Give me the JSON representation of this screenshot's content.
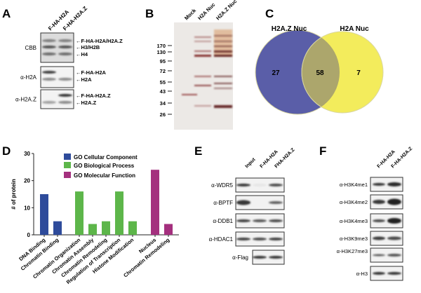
{
  "panels": {
    "A": "A",
    "B": "B",
    "C": "C",
    "D": "D",
    "E": "E",
    "F": "F"
  },
  "panelA": {
    "lanes": [
      "F-HA-H2A",
      "F-HA-H2A.Z"
    ],
    "blots": [
      {
        "label": "CBB",
        "bands": [
          "F-HA-H2A/H2A.Z",
          "H3/H2B",
          "H4"
        ]
      },
      {
        "label": "α-H2A",
        "bands": [
          "F-HA-H2A",
          "H2A"
        ]
      },
      {
        "label": "α-H2A.Z",
        "bands": [
          "F-HA-H2A.Z",
          "H2A.Z"
        ]
      }
    ]
  },
  "panelB": {
    "lanes": [
      "Mock",
      "H2A Nuc",
      "H2A.Z Nuc"
    ],
    "markers": [
      "170",
      "130",
      "95",
      "72",
      "55",
      "43",
      "34",
      "26"
    ]
  },
  "panelC": {
    "sets": [
      {
        "name": "H2A.Z Nuc",
        "color": "#5a5ea8"
      },
      {
        "name": "H2A Nuc",
        "color": "#f3ec5c"
      }
    ],
    "overlap_color": "#aca66c",
    "counts": {
      "only_left": "27",
      "both": "58",
      "only_right": "7"
    }
  },
  "chart_data": {
    "type": "bar",
    "ylabel": "# of protein",
    "ylim": [
      0,
      30
    ],
    "yticks": [
      "0",
      "10",
      "20",
      "30"
    ],
    "legend": "top-center",
    "series": [
      {
        "name": "GO Cellular Component",
        "color": "#2e4b9b",
        "categories": [
          "DNA Binding",
          "Chromatin Binding"
        ],
        "values": [
          15,
          5
        ]
      },
      {
        "name": "GO Biological Process",
        "color": "#5db64a",
        "categories": [
          "Chromatin Organization",
          "Chromatin Assembly",
          "Chromatin Remodeling",
          "Regulation of Transcription",
          "Histone Modification"
        ],
        "values": [
          16,
          4,
          5,
          16,
          5
        ]
      },
      {
        "name": "GO Molecular Function",
        "color": "#a4307e",
        "categories": [
          "Nucleus",
          "Chromatin Remodeling"
        ],
        "values": [
          24,
          4
        ]
      }
    ]
  },
  "panelE": {
    "lanes": [
      "Input",
      "F-HA-H2A",
      "FHA-H2A.Z"
    ],
    "blots": [
      "α-WDR5",
      "α-BPTF",
      "α-DDB1",
      "α-HDAC1",
      "α-Flag"
    ]
  },
  "panelF": {
    "lanes": [
      "F-HA-H2A",
      "F-HA-H2A.Z"
    ],
    "blots": [
      "α-H3K4me1",
      "α-H3K4me2",
      "α-H3K4me3",
      "α-H3K9me3",
      "α-H3K27me3",
      "α-H3"
    ]
  }
}
